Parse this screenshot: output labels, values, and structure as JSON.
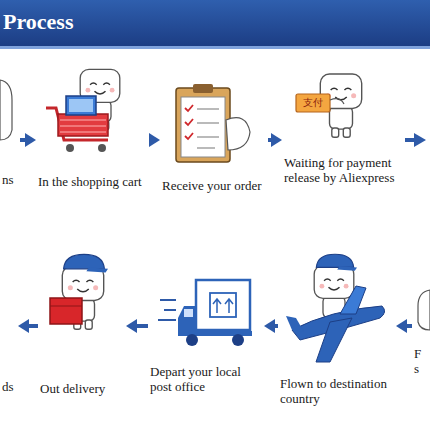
{
  "diagram": {
    "title": "Process",
    "nodes": [
      {
        "text": [
          "ns"
        ]
      },
      {
        "text": [
          "In the shopping cart"
        ]
      },
      {
        "text": [
          "Receive your order"
        ]
      },
      {
        "text": [
          "Waiting for payment release by Aliexpress"
        ]
      },
      {
        "text": [
          "F s"
        ]
      },
      {
        "text": [
          "Flown to destination country"
        ]
      },
      {
        "text": [
          "Depart your local post office"
        ]
      },
      {
        "text": [
          "Out delivery"
        ]
      },
      {
        "text": [
          "ds"
        ]
      }
    ],
    "edges": [
      {
        "from": 0,
        "to": 1,
        "arrow": "to"
      },
      {
        "from": 1,
        "to": 2,
        "arrow": "to"
      },
      {
        "from": 2,
        "to": 3,
        "arrow": "to"
      },
      {
        "from": 4,
        "to": 5,
        "arrow": "to"
      },
      {
        "from": 5,
        "to": 6,
        "arrow": "to"
      },
      {
        "from": 6,
        "to": 7,
        "arrow": "to"
      },
      {
        "from": 7,
        "to": 8,
        "arrow": "to"
      }
    ],
    "labels": [
      "支付"
    ]
  }
}
